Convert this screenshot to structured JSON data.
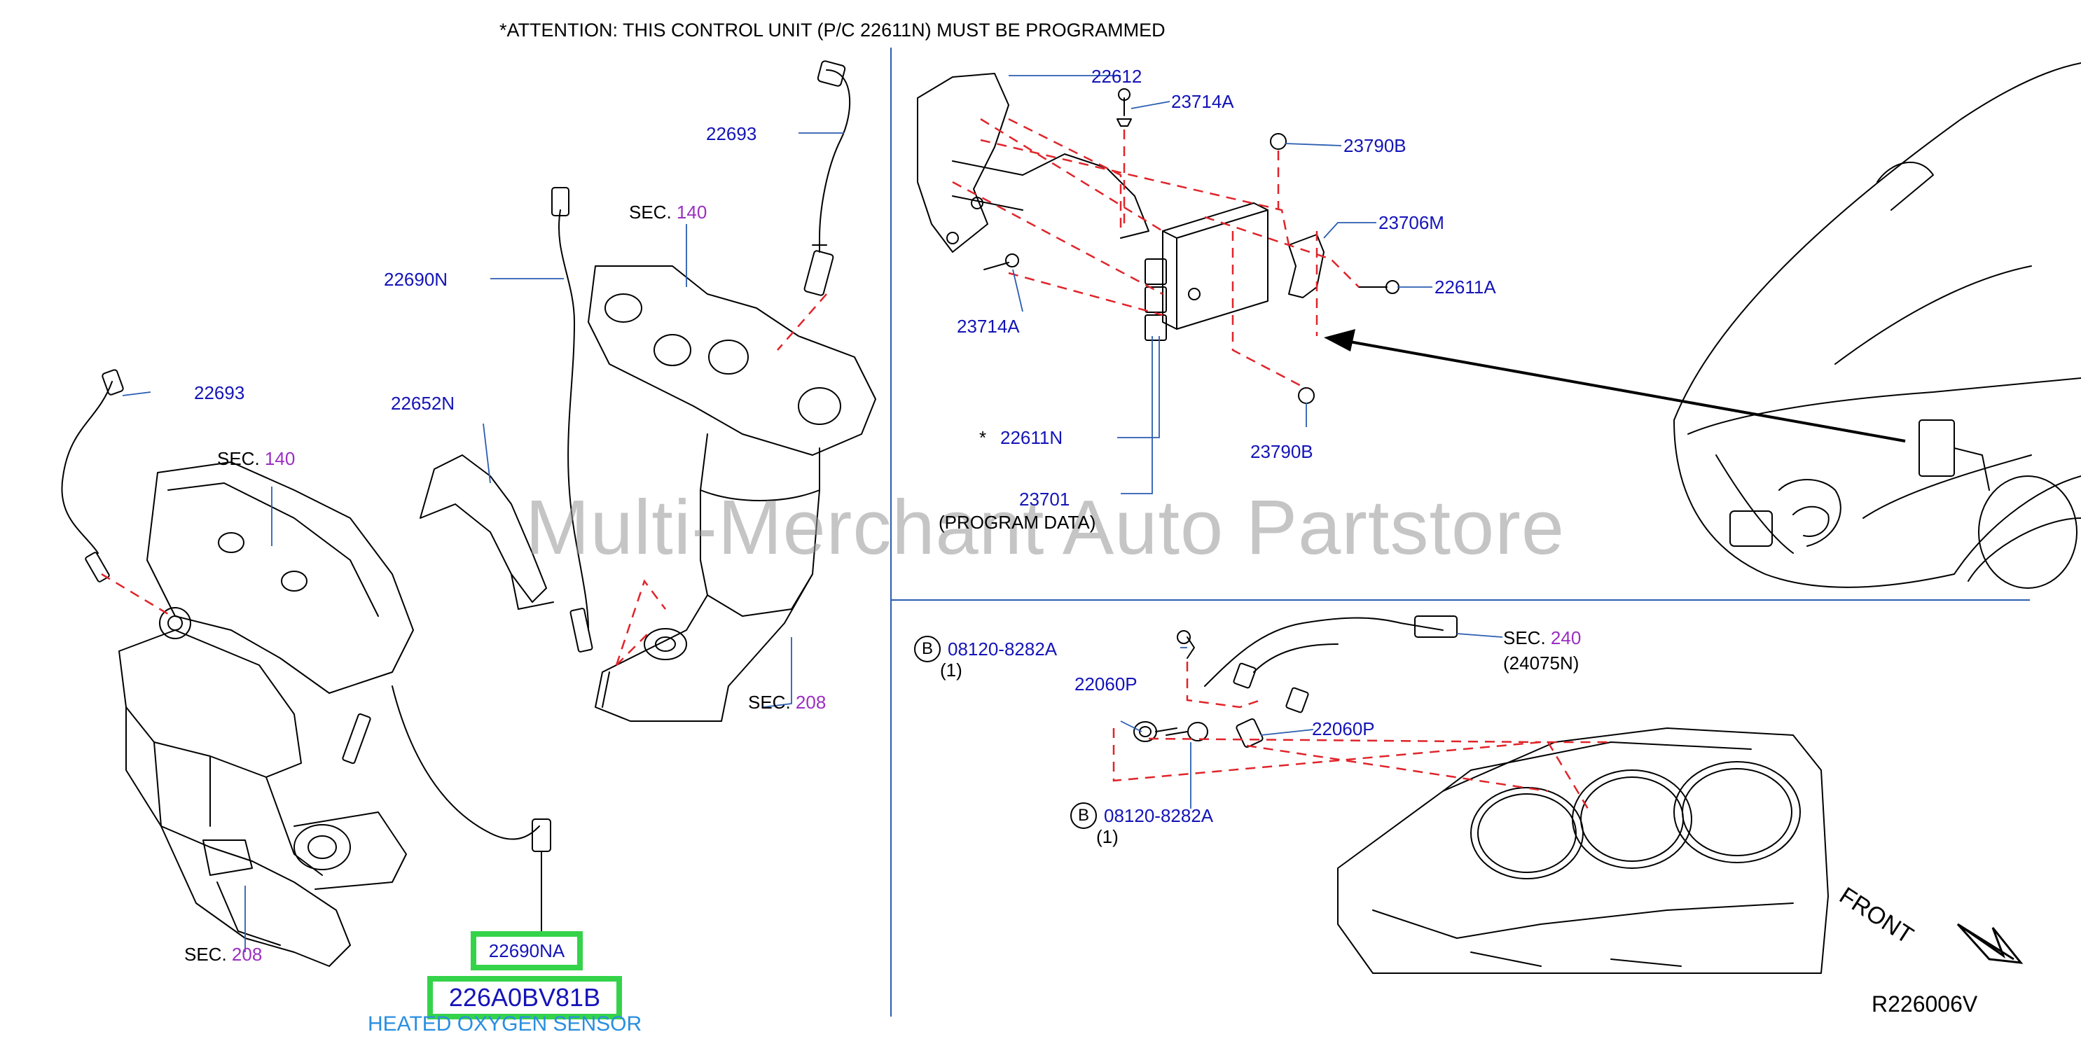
{
  "attention": "*ATTENTION:  THIS  CONTROL  UNIT  (P/C  22611N)  MUST  BE  PROGRAMMED",
  "watermark": "Multi-Merchant Auto Partstore",
  "diagram_code": "R226006V",
  "front_label": "FRONT",
  "sec_word": "SEC.",
  "highlight": {
    "part_number": "22690NA",
    "oem_number": "226A0BV81B",
    "part_name": "HEATED OXYGEN SENSOR"
  },
  "left_panel": {
    "labels": {
      "p22693_top": "22693",
      "p22690N": "22690N",
      "p22652N": "22652N",
      "p22693_left": "22693",
      "sec140_top_num": "140",
      "sec140_left_num": "140",
      "sec208_right_num": "208",
      "sec208_bottom_num": "208"
    }
  },
  "ecm_panel": {
    "labels": {
      "p22612": "22612",
      "p23714A_top": "23714A",
      "p23790B_top": "23790B",
      "p23706M": "23706M",
      "p22611A": "22611A",
      "p23714A_left": "23714A",
      "p22611N": "22611N",
      "p22611N_star": "*",
      "p23790B_bottom": "23790B",
      "p23701": "23701",
      "program_data": "(PROGRAM   DATA)"
    }
  },
  "engine_panel": {
    "labels": {
      "b_letter": "B",
      "p08120_top": "08120-8282A",
      "qty_top": "(1)",
      "p22060P_left": "22060P",
      "p22060P_right": "22060P",
      "p08120_bottom": "08120-8282A",
      "qty_bottom": "(1)",
      "sec240_num": "240",
      "p24075N": "(24075N)"
    }
  },
  "colors": {
    "part_label": "#1414b8",
    "section_number": "#9b2fc1",
    "highlight_border": "#34d34a",
    "panel_divider": "#2a5db0",
    "dashed_line": "#e0242a",
    "name_label": "#2a8fe0"
  }
}
